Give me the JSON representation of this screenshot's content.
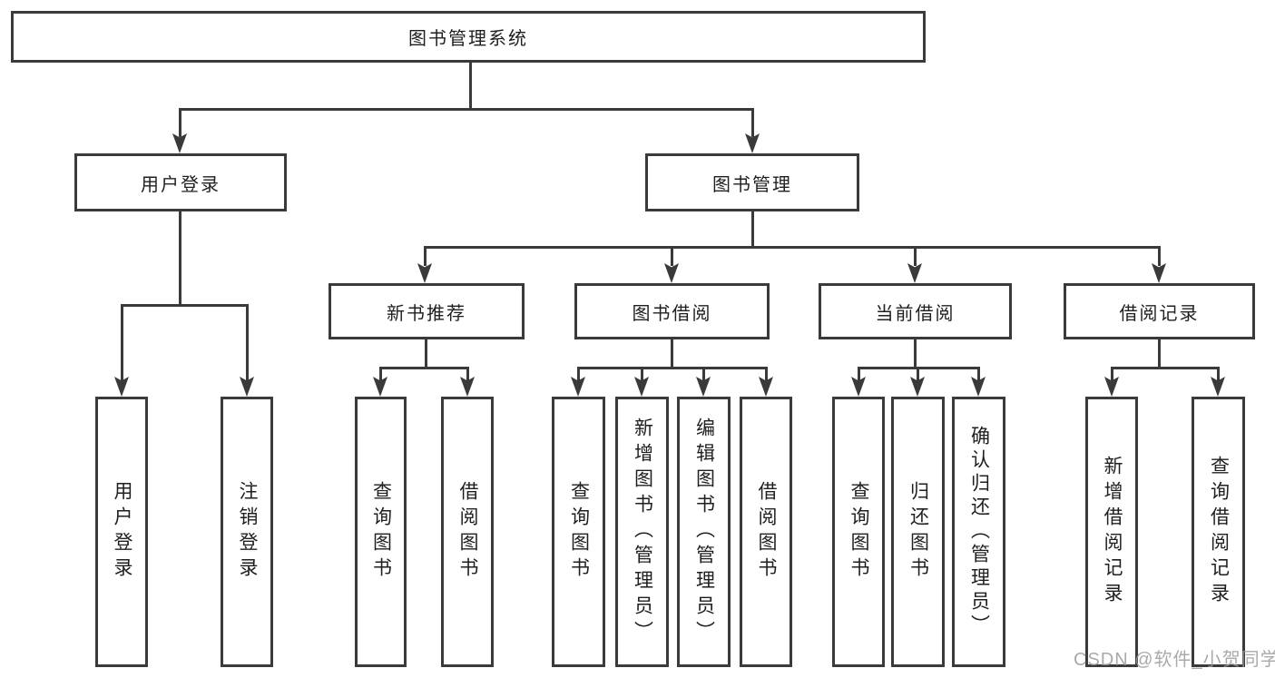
{
  "diagram_title": "图书管理系统",
  "tree": {
    "label": "图书管理系统",
    "children": [
      {
        "label": "用户登录",
        "children": [
          {
            "label": "用户登录"
          },
          {
            "label": "注销登录"
          }
        ]
      },
      {
        "label": "图书管理",
        "children": [
          {
            "label": "新书推荐",
            "children": [
              {
                "label": "查询图书"
              },
              {
                "label": "借阅图书"
              }
            ]
          },
          {
            "label": "图书借阅",
            "children": [
              {
                "label": "查询图书"
              },
              {
                "label": "新增图书（管理员）"
              },
              {
                "label": "编辑图书（管理员）"
              },
              {
                "label": "借阅图书"
              }
            ]
          },
          {
            "label": "当前借阅",
            "children": [
              {
                "label": "查询图书"
              },
              {
                "label": "归还图书"
              },
              {
                "label": "确认归还（管理员）"
              }
            ]
          },
          {
            "label": "借阅记录",
            "children": [
              {
                "label": "新增借阅记录"
              },
              {
                "label": "查询借阅记录"
              }
            ]
          }
        ]
      }
    ]
  },
  "watermark": {
    "text": "CSDN @软件_小贺同学"
  },
  "colors": {
    "line": "#3a3a3a",
    "text": "#1f1f1f",
    "background": "#ffffff",
    "watermark": "#9b9b9b"
  }
}
